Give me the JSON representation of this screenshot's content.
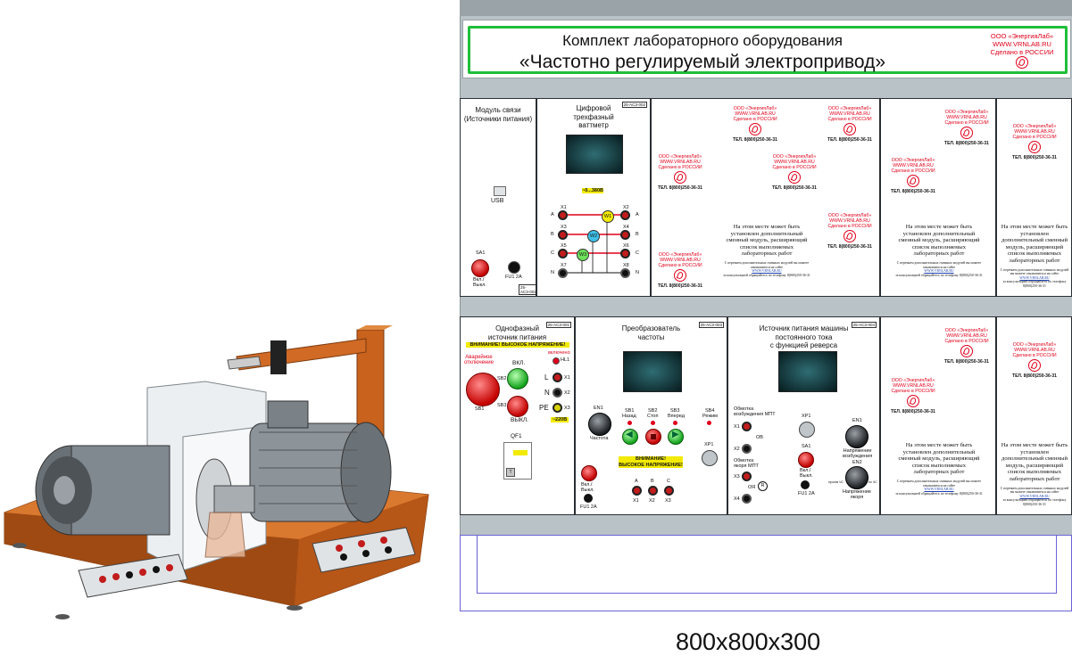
{
  "header": {
    "title_line1": "Комплект лабораторного оборудования",
    "title_line2": "«Частотно регулируемый электропривод»",
    "brand_lines": [
      "ООО «ЭнергияЛаб»",
      "WWW.VRNLAB.RU",
      "Сделано в РОССИИ"
    ]
  },
  "adv": {
    "lines": [
      "ООО «ЭнергияЛаб»",
      "WWW.VRNLAB.RU",
      "Сделано в РОССИИ"
    ],
    "tel": "ТЕЛ. 8(800)250-36-31"
  },
  "note": {
    "main": "На этом месте может быть установлен дополнительный сменный модуль, расширяющий список выполняемых лабораторных работ",
    "small1": "С перечнем дополнительных сменных модулей вы можете ознакомиться на сайте",
    "url": "WWW.VRNLAB.RU",
    "small2": "за консультацией обращайтесь по телефону 8(800)250-36-31"
  },
  "module_comm": {
    "title": "Модуль связи\n(Источники питания)",
    "usb": "USB",
    "sa1": "SA1",
    "sa1_state": "Вкл./\nВыкл.",
    "fuse": "FU1 2A",
    "tag": "25-АСЗ-002"
  },
  "wattmeter": {
    "title": "Цифровой\nтрехфазный\nваттметр",
    "tag": "25-АСЗ-002",
    "range": "~0...380В",
    "terminals_left": [
      "X1",
      "X3",
      "X5",
      "X7"
    ],
    "terminals_right": [
      "X2",
      "X4",
      "X6",
      "X8"
    ],
    "phases": [
      "A",
      "B",
      "C",
      "N"
    ],
    "meters": [
      "W1",
      "W2",
      "W3"
    ]
  },
  "single_phase": {
    "title": "Однофазный\nисточник питания",
    "tag": "25-АСЗ-001",
    "warning": "ВНИМАНИЕ! ВЫСОКОЕ НАПРЯЖЕНИЕ!",
    "emergency": "Аварийное\nотключение",
    "on": "ВКЛ.",
    "off": "ВЫКЛ.",
    "sb1": "SB1",
    "sb2": "SB2",
    "sb3": "SB3",
    "enabled": "включено",
    "hl1": "HL1",
    "outputs": [
      "L",
      "N",
      "PE"
    ],
    "output_pins": [
      "X1",
      "X2",
      "X3"
    ],
    "voltage": "~220В",
    "qf1": "QF1"
  },
  "converter": {
    "title": "Преобразователь\nчастоты",
    "tag": "25-АСЗ-003",
    "en1": "EN1",
    "freq": "Частота",
    "buttons": [
      {
        "id": "SB1",
        "label": "Назад"
      },
      {
        "id": "SB2",
        "label": "Стоп"
      },
      {
        "id": "SB3",
        "label": "Вперед"
      },
      {
        "id": "SB4",
        "label": "Режим"
      }
    ],
    "xp1": "XP1",
    "warning": "ВНИМАНИЕ!\nВЫСОКОЕ НАПРЯЖЕНИЕ!",
    "power": "Вкл./\nВыкл.",
    "fuse": "FU1 2A",
    "phases": [
      "A",
      "B",
      "C"
    ],
    "pins": [
      "X1",
      "X2",
      "X3"
    ]
  },
  "dc_source": {
    "title": "Источник питания машины\nпостоянного тока\nс функцией реверса",
    "tag": "25-АСЗ-004",
    "field": "Обмотка\nвозбуждения МПТ",
    "armature": "Обмотка\nякоря МПТ",
    "ov": "ОВ",
    "r": "R",
    "oya": "ОЯ",
    "xp1": "XP1",
    "sa1": "SA1",
    "power": "Вкл./\nВыкл.",
    "fuse": "FU1 2A",
    "en1": "EN1",
    "en1_label": "Напряжение\nвозбуждения",
    "en2": "EN2",
    "en2_label": "Напряжение\nякоря",
    "dir_left": "против ЧС",
    "dir_right": "по ЧС",
    "pins": [
      "X1",
      "X2",
      "X3",
      "X4"
    ]
  },
  "caption": "800x800x300",
  "colors": {
    "brand_red": "#e0001a",
    "frame_green": "#1fbf3a",
    "rig_gray": "#b9c2c6",
    "warning_yellow": "#f2ea00"
  }
}
